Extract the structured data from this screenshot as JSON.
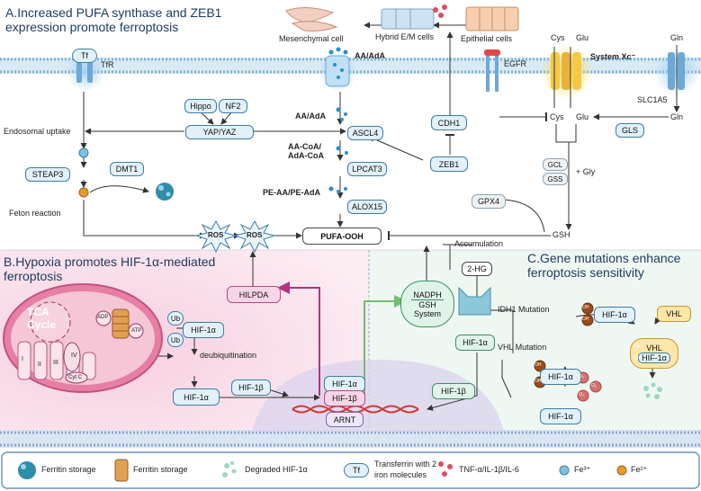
{
  "sections": {
    "a_title_line1": "A.Increased PUFA synthase and ZEB1",
    "a_title_line2": "expression promote ferroptosis",
    "b_title_line1": "B.Hypoxia promotes HIF-1α-mediated",
    "b_title_line2": "ferroptosis",
    "c_title_line1": "C.Gene mutations enhance",
    "c_title_line2": "ferroptosis sensitivity"
  },
  "cells": {
    "mesenchymal": "Mesenchymal cell",
    "hybrid": "Hybrid E/M cells",
    "epithelial": "Epithelial cells"
  },
  "section_a": {
    "tf": "Tf",
    "tfr": "TfR",
    "aa_adA_top": "AA/AdA",
    "egfr": "EGFR",
    "cys": "Cys",
    "glu": "Glu",
    "system_xc": "System Xc⁻",
    "gln": "Gln",
    "slc1a5": "SLC1A5",
    "hippo": "Hippo",
    "nf2": "NF2",
    "yap": "YAP/YAZ",
    "aa_adA_mid": "AA/AdA",
    "endosomal": "Endosomal uptake",
    "acsl4": "ASCL4",
    "cdh1": "CDH1",
    "cys2": "Cys",
    "glu2": "Glu",
    "gln2": "Gln",
    "gls": "GLS",
    "aacoa": "AA-CoA/",
    "adacoa": "AdA-CoA",
    "lpcat3": "LPCAT3",
    "zeb1": "ZEB1",
    "gcl": "GCL",
    "gss": "GSS",
    "gly": "+ Gly",
    "steap3": "STEAP3",
    "dmt1": "DMT1",
    "pe_aa": "PE-AA/PE-AdA",
    "alox15": "ALOX15",
    "gpx4": "GPX4",
    "feton": "Feton reaction",
    "ros1": "ROS",
    "ros2": "ROS",
    "pufa_ooh": "PUFA-OOH",
    "gsh": "GSH",
    "accumulation": "Accumulation"
  },
  "section_b": {
    "tca1": "TCA",
    "tca2": "Cycle",
    "adp": "ADP",
    "atp": "ATP",
    "cplx1": "I",
    "cplx2": "II",
    "cplx3": "III",
    "cplx4": "IV",
    "cytc": "Cyt C",
    "ub1": "Ub",
    "ub2": "Ub",
    "hif1a_ub": "HIF-1α",
    "deubiq": "deubiquitination",
    "hif1a": "HIF-1α",
    "hif1b": "HIF-1β",
    "hilpda": "HILPDA",
    "nuc_hif1a": "HIF-1α",
    "nuc_hif1b": "HIF-1β",
    "arnt": "ARNT"
  },
  "section_c": {
    "nadph": "NADPH",
    "gsh_system1": "GSH",
    "gsh_system2": "System",
    "two_hg": "2-HG",
    "idh1": "IDH1 Mutation",
    "hif1a_c1": "HIF-1α",
    "vhl_mut": "VHL Mutation",
    "hif1b_c": "HIF-1β",
    "hif1a_c2": "HIF-1α",
    "hif1a_c3": "HIF-1α",
    "hif1a_c4": "HIF-1α",
    "vhl": "VHL",
    "vhl2": "VHL",
    "oh": "OH",
    "o2": "O₂"
  },
  "legend": {
    "ferritin1": "Ferritin storage",
    "ferritin2": "Ferritin storage",
    "degraded": "Degraded HIF-1α",
    "tf": "Tf",
    "transferrin_line1": "Transferrin with 2",
    "transferrin_line2": "iron molecules",
    "cytokines": "TNF-α/IL-1β/IL-6",
    "fe3": "Fe³⁺",
    "fe2": "Fe²⁺"
  },
  "colors": {
    "membrane": "#7fb1d2",
    "box_fill": "#e2f0f7",
    "hypoxia_pink": "#f7dce8",
    "section_c_green": "#eaf5ee",
    "magenta_arrow": "#b03580",
    "green_arrow": "#7cc57a",
    "fe3": "#7fc1e0",
    "fe2": "#e79a2c"
  }
}
